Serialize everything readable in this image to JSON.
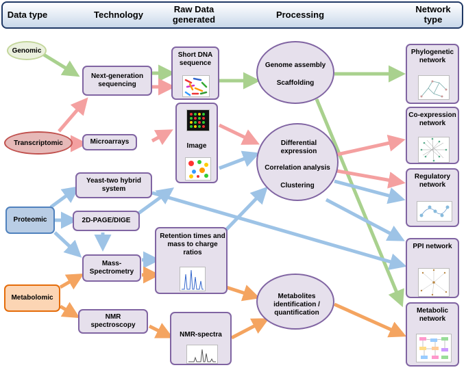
{
  "header": {
    "data_type": "Data type",
    "technology": "Technology",
    "raw_data": "Raw Data generated",
    "processing": "Processing",
    "network_type": "Network type"
  },
  "data_types": {
    "genomic": "Genomic",
    "transcriptomic": "Transcriptomic",
    "proteomic": "Proteomic",
    "metabolomic": "Metabolomic"
  },
  "technologies": {
    "ngs": "Next-generation sequencing",
    "microarrays": "Microarrays",
    "y2h": "Yeast-two hybrid system",
    "page": "2D-PAGE/DIGE",
    "ms": "Mass-Spectrometry",
    "nmr": "NMR spectroscopy"
  },
  "raw_data": {
    "dna": "Short DNA sequence",
    "image": "Image",
    "retention": "Retention times and mass to charge ratios",
    "nmr_spectra": "NMR-spectra"
  },
  "processing": {
    "genome_assembly": "Genome assembly",
    "scaffolding": "Scaffolding",
    "differential": "Differential expression",
    "correlation": "Correlation analysis",
    "clustering": "Clustering",
    "metabolites": "Metabolites identification / quantification"
  },
  "networks": {
    "phylogenetic": "Phylogenetic network",
    "coexpression": "Co-expression network",
    "regulatory": "Regulatory network",
    "ppi": "PPI network",
    "metabolic": "Metabolic network"
  },
  "colors": {
    "genomic": "#a9d18e",
    "transcriptomic": "#f4a0a0",
    "proteomic": "#9dc3e6",
    "metabolomic": "#f4a460",
    "box_fill": "#e6e0ec",
    "box_border": "#8064a2"
  }
}
